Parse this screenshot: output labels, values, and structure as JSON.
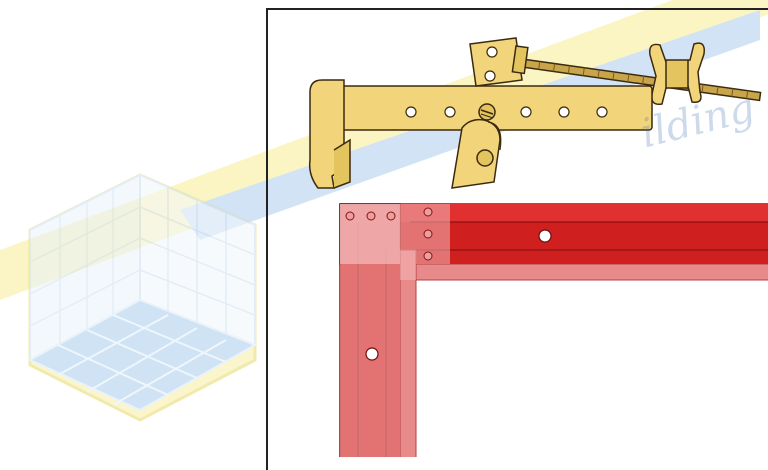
{
  "colors": {
    "frame_red": "#d01f1f",
    "frame_red_light": "#e88a8a",
    "frame_red_dark": "#8c1010",
    "clamp_tan": "#f2d57a",
    "clamp_outline": "#3a2a10",
    "watermark_yellow": "#f4e35a",
    "watermark_blue": "#3d6fb4"
  },
  "icons": [
    "watermark-cube-logo",
    "bar-clamp-tool",
    "window-frame-corner"
  ],
  "watermark": {
    "text": "ilding"
  }
}
